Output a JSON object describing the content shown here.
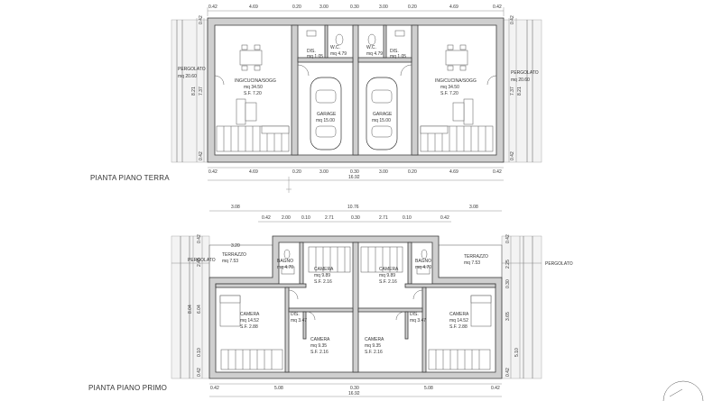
{
  "titles": {
    "ground": "PIANTA PIANO TERRA",
    "first": "PIANTA PIANO PRIMO"
  },
  "ground_floor": {
    "top_dims": [
      "0.42",
      "4.69",
      "0.20",
      "3.00",
      "0.30",
      "3.00",
      "0.20",
      "4.69",
      "0.42"
    ],
    "bottom_dims": [
      "0.42",
      "4.69",
      "0.20",
      "3.00",
      "0.30",
      "3.00",
      "0.20",
      "4.69",
      "0.42"
    ],
    "total": "16.92",
    "side_dims_left": [
      "0.42",
      "7.37",
      "8.21",
      "0.42"
    ],
    "side_dims_right": [
      "0.42",
      "7.37",
      "8.21",
      "0.42"
    ],
    "pergolato_left": {
      "name": "PERGOLATO",
      "area": "mq 20.60"
    },
    "pergolato_right": {
      "name": "PERGOLATO",
      "area": "mq 20.60"
    },
    "living_left": {
      "name": "ING/CUCINA/SOGG",
      "area": "mq 34.50",
      "sf": "S.F. 7.20"
    },
    "living_right": {
      "name": "ING/CUCINA/SOGG",
      "area": "mq 34.50",
      "sf": "S.F. 7.20"
    },
    "wc_left": {
      "name": "W.C.",
      "area": "mq 4.79"
    },
    "wc_right": {
      "name": "W.C.",
      "area": "mq 4.79"
    },
    "dis_left": {
      "name": "DIS.",
      "area": "mq 1.05"
    },
    "dis_right": {
      "name": "DIS.",
      "area": "mq 1.05"
    },
    "garage_left": {
      "name": "GARAGE",
      "area": "mq 15.00"
    },
    "garage_right": {
      "name": "GARAGE",
      "area": "mq 15.00"
    }
  },
  "first_floor": {
    "overall_dims": [
      "3.08",
      "10.76",
      "3.08"
    ],
    "top_dims": [
      "0.42",
      "2.00",
      "0.10",
      "2.71",
      "0.30",
      "2.71",
      "0.10",
      "0.42"
    ],
    "bottom_dims": [
      "0.42",
      "5.08",
      "0.30",
      "5.08",
      "0.42"
    ],
    "total": "16.92",
    "side_dims_left": [
      "0.42",
      "2.45",
      "6.04",
      "8.04",
      "0.10",
      "0.42"
    ],
    "side_dims_right": [
      "0.42",
      "2.25",
      "0.30",
      "3.65",
      "5.10",
      "0.42"
    ],
    "width_320": "3.20",
    "pergolato_left": "PERGOLATO",
    "pergolato_right": "PERGOLATO",
    "terrazzo_left": {
      "name": "TERRAZZO",
      "area": "mq 7.53"
    },
    "terrazzo_right": {
      "name": "TERRAZZO",
      "area": "mq 7.53"
    },
    "bagno_left": {
      "name": "BAGNO",
      "area": "mq 4.70"
    },
    "bagno_right": {
      "name": "BAGNO",
      "area": "mq 4.70"
    },
    "camera_top_left": {
      "name": "CAMERA",
      "area": "mq 9.89",
      "sf": "S.F. 2.16"
    },
    "camera_top_right": {
      "name": "CAMERA",
      "area": "mq 9.89",
      "sf": "S.F. 2.16"
    },
    "camera_big_left": {
      "name": "CAMERA",
      "area": "mq 14.52",
      "sf": "S.F. 2.88"
    },
    "camera_big_right": {
      "name": "CAMERA",
      "area": "mq 14.52",
      "sf": "S.F. 2.88"
    },
    "dis_left": {
      "name": "DIS.",
      "area": "mq 3.47"
    },
    "dis_right": {
      "name": "DIS.",
      "area": "mq 3.47"
    },
    "camera_bottom_left": {
      "name": "CAMERA",
      "area": "mq 9.35",
      "sf": "S.F. 2.16"
    },
    "camera_bottom_right": {
      "name": "CAMERA",
      "area": "mq 9.35",
      "sf": "S.F. 2.16"
    }
  }
}
